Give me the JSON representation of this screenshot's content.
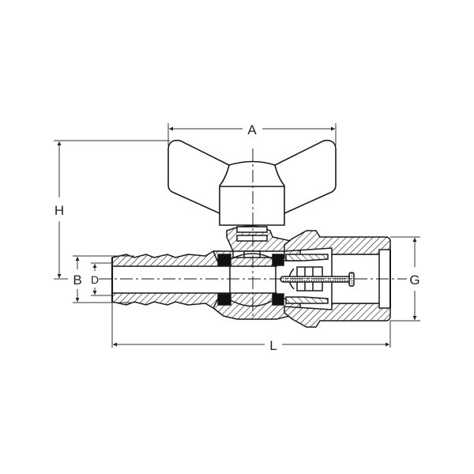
{
  "diagram": {
    "subject": "ball valve with butterfly handle, hose tail inlet and male threaded outlet (cross-section)",
    "colors": {
      "line": "#1a1a1a",
      "dimension": "#333333",
      "hatch": "#1a1a1a",
      "seal": "#111111",
      "background": "#ffffff"
    },
    "dimensions": {
      "A": {
        "label": "A",
        "meaning": "handle width"
      },
      "H": {
        "label": "H",
        "meaning": "height from axis to top of handle"
      },
      "B": {
        "label": "B",
        "meaning": "hose tail outer diameter"
      },
      "D": {
        "label": "D",
        "meaning": "hose tail bore"
      },
      "G": {
        "label": "G",
        "meaning": "thread size"
      },
      "L": {
        "label": "L",
        "meaning": "overall length"
      }
    }
  }
}
